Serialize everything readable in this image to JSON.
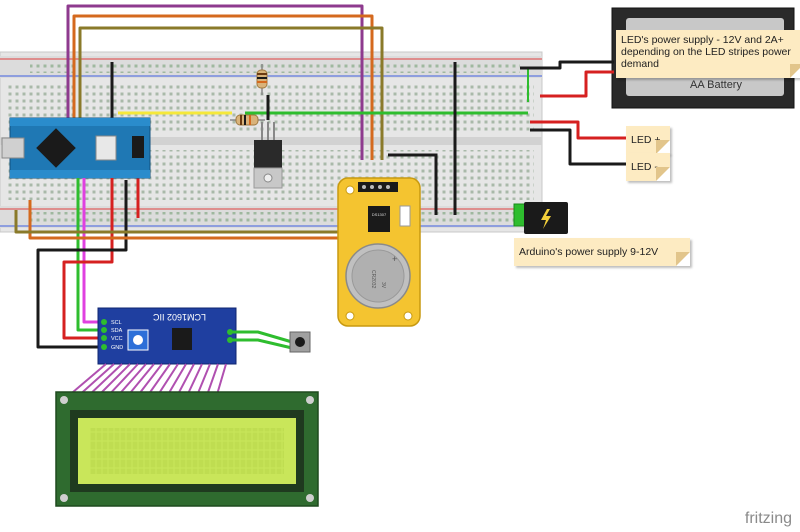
{
  "notes": {
    "led_supply": "LED's power supply - 12V and 2A+ depending on the LED stripes power demand",
    "led_plus": "LED +",
    "led_minus": "LED -",
    "arduino_supply": "Arduino's power supply 9-12V"
  },
  "components": {
    "battery_label": "AA Battery",
    "lcd_module_label": "LCM1602 IIC",
    "i2c_pins": [
      "SCL",
      "SDA",
      "VCC",
      "GND"
    ],
    "rtc_chip_label": "CR2032",
    "rtc_battery_label": "3V",
    "rtc_ic_label": "DS1307"
  },
  "brand": "fritzing",
  "colors": {
    "wire_purple": "#8e3a8e",
    "wire_orange": "#d4691e",
    "wire_olive": "#8a7a2a",
    "wire_yellow": "#f5e83a",
    "wire_green": "#2ebd2e",
    "wire_red": "#d62020",
    "wire_black": "#1a1a1a",
    "wire_pink": "#e040e0",
    "arduino_blue": "#1f78b4",
    "rtc_yellow": "#f4c430",
    "lcd_green": "#c9e65a",
    "note_bg": "#fdebc2"
  }
}
